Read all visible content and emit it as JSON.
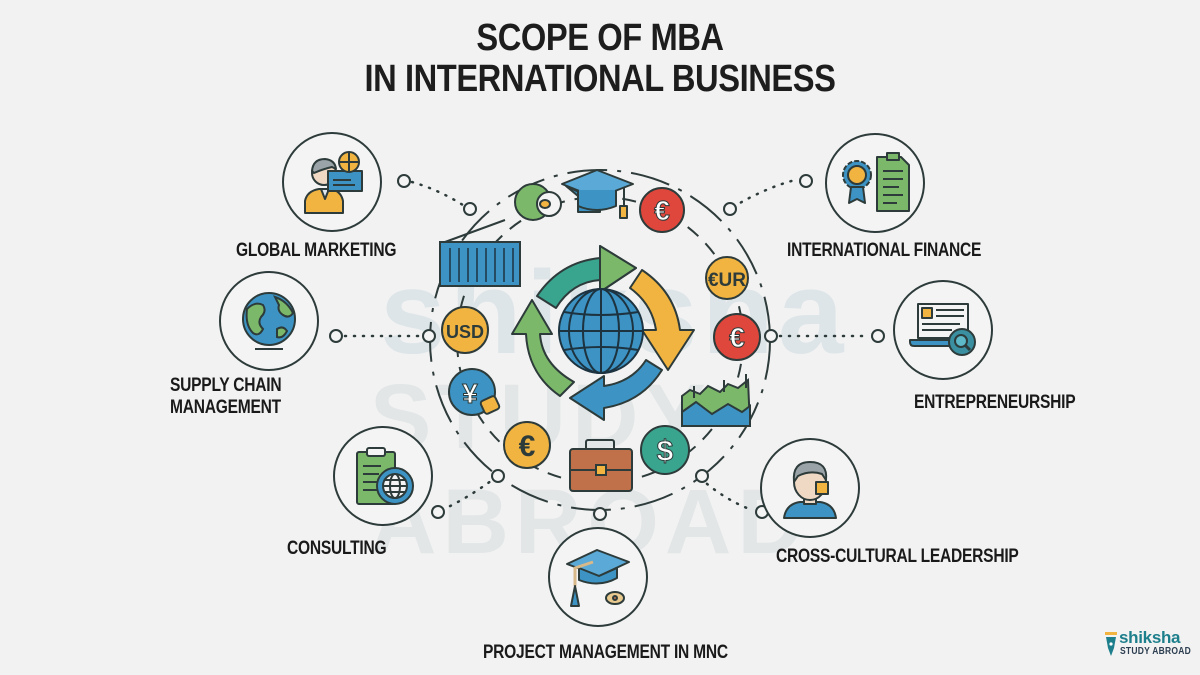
{
  "title": {
    "line1": "SCOPE OF MBA",
    "line2": "IN INTERNATIONAL BUSINESS"
  },
  "watermark": {
    "brand": "shiksha",
    "sub": "STUDY ABROAD"
  },
  "center": {
    "icon": "globe-icon",
    "cycle_arrows": [
      "green-arrow",
      "yellow-arrow",
      "blue-arrow",
      "green-up-arrow"
    ],
    "orbit_items": [
      {
        "name": "pie-chart-icon"
      },
      {
        "name": "graduation-cap-icon"
      },
      {
        "name": "euro-coin-red",
        "text": "€"
      },
      {
        "name": "eur-coin",
        "text": "€UR"
      },
      {
        "name": "euro-coin-red-2",
        "text": "€"
      },
      {
        "name": "growth-chart-icon"
      },
      {
        "name": "dollar-coin",
        "text": "$"
      },
      {
        "name": "briefcase-icon"
      },
      {
        "name": "euro-coin-yellow",
        "text": "€"
      },
      {
        "name": "yen-coin",
        "text": "¥"
      },
      {
        "name": "usd-coin",
        "text": "USD"
      },
      {
        "name": "shipping-container-icon"
      }
    ]
  },
  "nodes": [
    {
      "id": "global-marketing",
      "label": "GLOBAL MARKETING",
      "icon": "businessman-card-icon"
    },
    {
      "id": "supply-chain",
      "label_line1": "SUPPLY CHAIN",
      "label_line2": "MANAGEMENT",
      "icon": "earth-globe-icon"
    },
    {
      "id": "consulting",
      "label": "CONSULTING",
      "icon": "clipboard-globe-icon"
    },
    {
      "id": "project-management",
      "label": "PROJECT MANAGEMENT IN MNC",
      "icon": "graduation-cap-icon"
    },
    {
      "id": "international-finance",
      "label": "INTERNATIONAL FINANCE",
      "icon": "gear-document-icon"
    },
    {
      "id": "entrepreneurship",
      "label": "ENTREPRENEURSHIP",
      "icon": "laptop-search-icon"
    },
    {
      "id": "cross-cultural-leadership",
      "label": "CROSS-CULTURAL LEADERSHIP",
      "icon": "person-avatar-icon"
    }
  ],
  "logo": {
    "brand": "shiksha",
    "sub": "STUDY ABROAD"
  },
  "colors": {
    "background": "#f2f2f2",
    "outline": "#2d3b3a",
    "blue": "#3d94c4",
    "green": "#7cb86a",
    "yellow": "#f2b441",
    "red": "#e0473c",
    "teal": "#3aa58f",
    "brown": "#c0714a",
    "brand_teal": "#1e7f8c"
  }
}
